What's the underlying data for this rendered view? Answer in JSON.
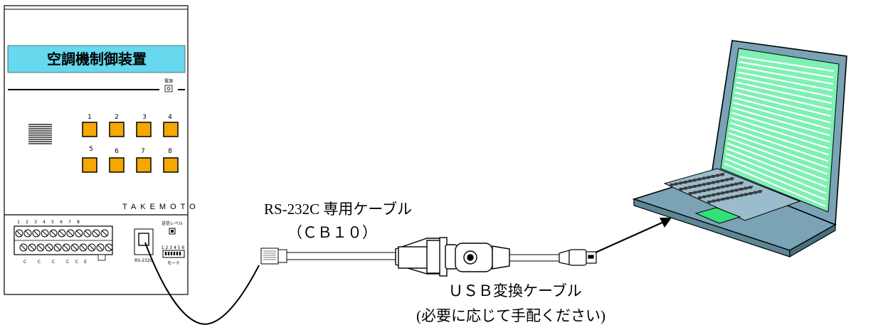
{
  "controller": {
    "title": "空調機制御装置",
    "power_label": "電源",
    "channel_numbers": [
      "1",
      "2",
      "3",
      "4",
      "5",
      "6",
      "7",
      "8"
    ],
    "brand": "TAKEMOTO",
    "terminal_numbers": [
      "1",
      "2",
      "3",
      "4",
      "5",
      "6",
      "7",
      "8"
    ],
    "terminal_bottom_labels": [
      "C",
      "C",
      "C",
      "C",
      "C",
      "E"
    ],
    "port_label": "RS-232C",
    "signal_level_label": "送信レベル",
    "dip_numbers": "1 2 3 4 5 6",
    "mode_label": "モード"
  },
  "cable_label_line1": "RS-232C 専用ケーブル",
  "cable_label_line2": "（ＣＢ１０）",
  "usb_label_line1": "ＵＳＢ変換ケーブル",
  "usb_label_line2": "(必要に応じて手配ください)",
  "colors": {
    "title_band": "#66d9ee",
    "button": "#f5a800",
    "screen": "#7ef0b4",
    "touchpad": "#33e07a",
    "laptop_body": "#7aa3b5"
  }
}
